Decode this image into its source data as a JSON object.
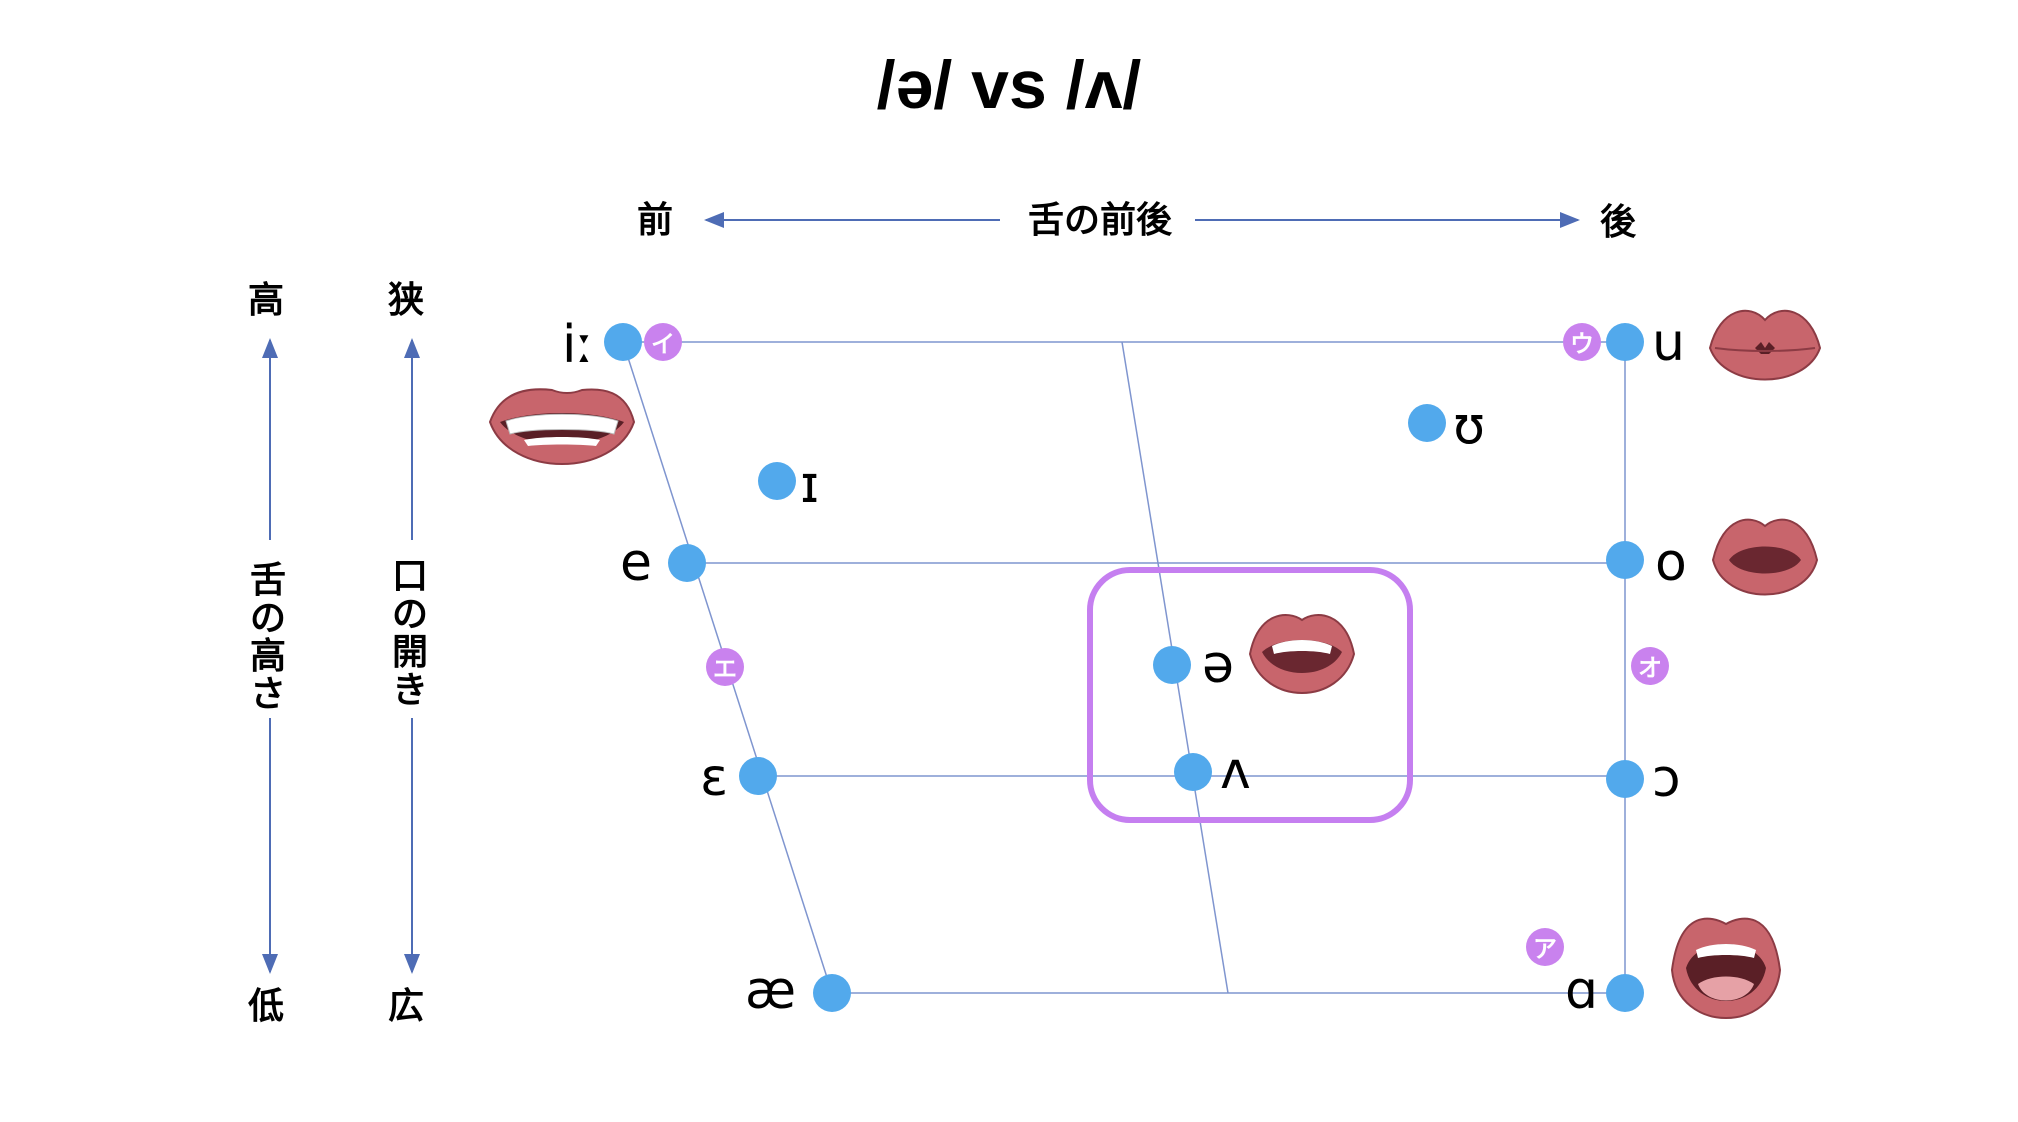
{
  "title": "/ə/ vs /ʌ/",
  "horizontal_axis": {
    "front": "前",
    "label": "舌の前後",
    "back": "後"
  },
  "vertical_axes": [
    {
      "top": "高",
      "label": [
        "舌",
        "の",
        "高",
        "さ"
      ],
      "bottom": "低"
    },
    {
      "top": "狭",
      "label": [
        "口",
        "の",
        "開",
        "き"
      ],
      "bottom": "広"
    }
  ],
  "vowels": [
    {
      "id": "i",
      "symbol": "iː"
    },
    {
      "id": "u",
      "symbol": "u"
    },
    {
      "id": "ur",
      "symbol": "ʊ"
    },
    {
      "id": "ir",
      "symbol": "ɪ"
    },
    {
      "id": "e",
      "symbol": "e"
    },
    {
      "id": "o",
      "symbol": "o"
    },
    {
      "id": "schwa",
      "symbol": "ə"
    },
    {
      "id": "epsilon",
      "symbol": "ɛ"
    },
    {
      "id": "wedge",
      "symbol": "ʌ"
    },
    {
      "id": "open-o",
      "symbol": "ɔ"
    },
    {
      "id": "ae",
      "symbol": "æ"
    },
    {
      "id": "alpha",
      "symbol": "ɑ"
    }
  ],
  "katakana": [
    {
      "id": "i",
      "text": "イ"
    },
    {
      "id": "u",
      "text": "ウ"
    },
    {
      "id": "e",
      "text": "エ"
    },
    {
      "id": "o",
      "text": "オ"
    },
    {
      "id": "a",
      "text": "ア"
    }
  ],
  "colors": {
    "dot": "#52a9ec",
    "line": "#7f95cf",
    "arrow": "#4e6cb5",
    "highlight": "#c57ff0",
    "katakana": "#c982ee",
    "lip": "#c8656c",
    "lip_dark": "#8c3b44"
  }
}
